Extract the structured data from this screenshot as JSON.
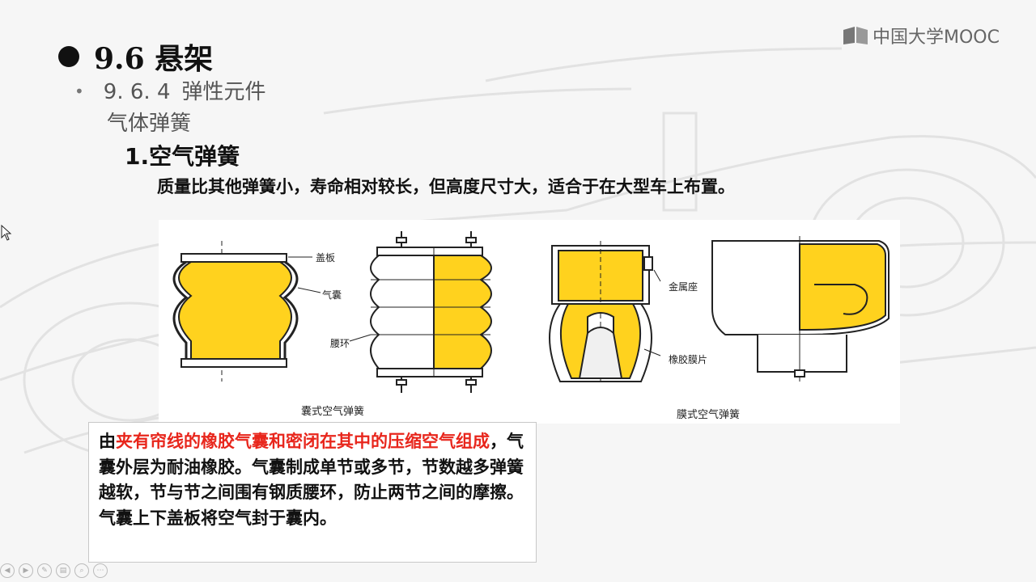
{
  "logo": {
    "text": "中国大学MOOC"
  },
  "slide": {
    "title": "9.6 悬架",
    "subtitle_number": "9. 6. 4",
    "subtitle_label": "弹性元件",
    "subtitle2": "气体弹簧",
    "heading": "1.空气弹簧",
    "description": "质量比其他弹簧小，寿命相对较长，但高度尺寸大，适合于在大型车上布置。"
  },
  "figure": {
    "labels": {
      "cover_plate": "盖板",
      "air_bag": "气囊",
      "waist_ring": "腰环",
      "metal_seat": "金属座",
      "rubber_diaphragm": "橡胶膜片"
    },
    "captions": {
      "bellows": "囊式空气弹簧",
      "membrane": "膜式空气弹簧"
    }
  },
  "callout": {
    "prefix": "由",
    "highlight": "夹有帘线的橡胶气囊和密闭在其中的压缩空气组成",
    "rest": "，气囊外层为耐油橡胶。气囊制成单节或多节，节数越多弹簧越软，节与节之间围有钢质腰环，防止两节之间的摩擦。气囊上下盖板将空气封于囊内。"
  },
  "colors": {
    "highlight": "#e8261c",
    "fill_yellow": "#ffd21e"
  },
  "nav_icons": [
    "prev-icon",
    "next-icon",
    "pen-icon",
    "pages-icon",
    "zoom-icon",
    "more-icon"
  ]
}
